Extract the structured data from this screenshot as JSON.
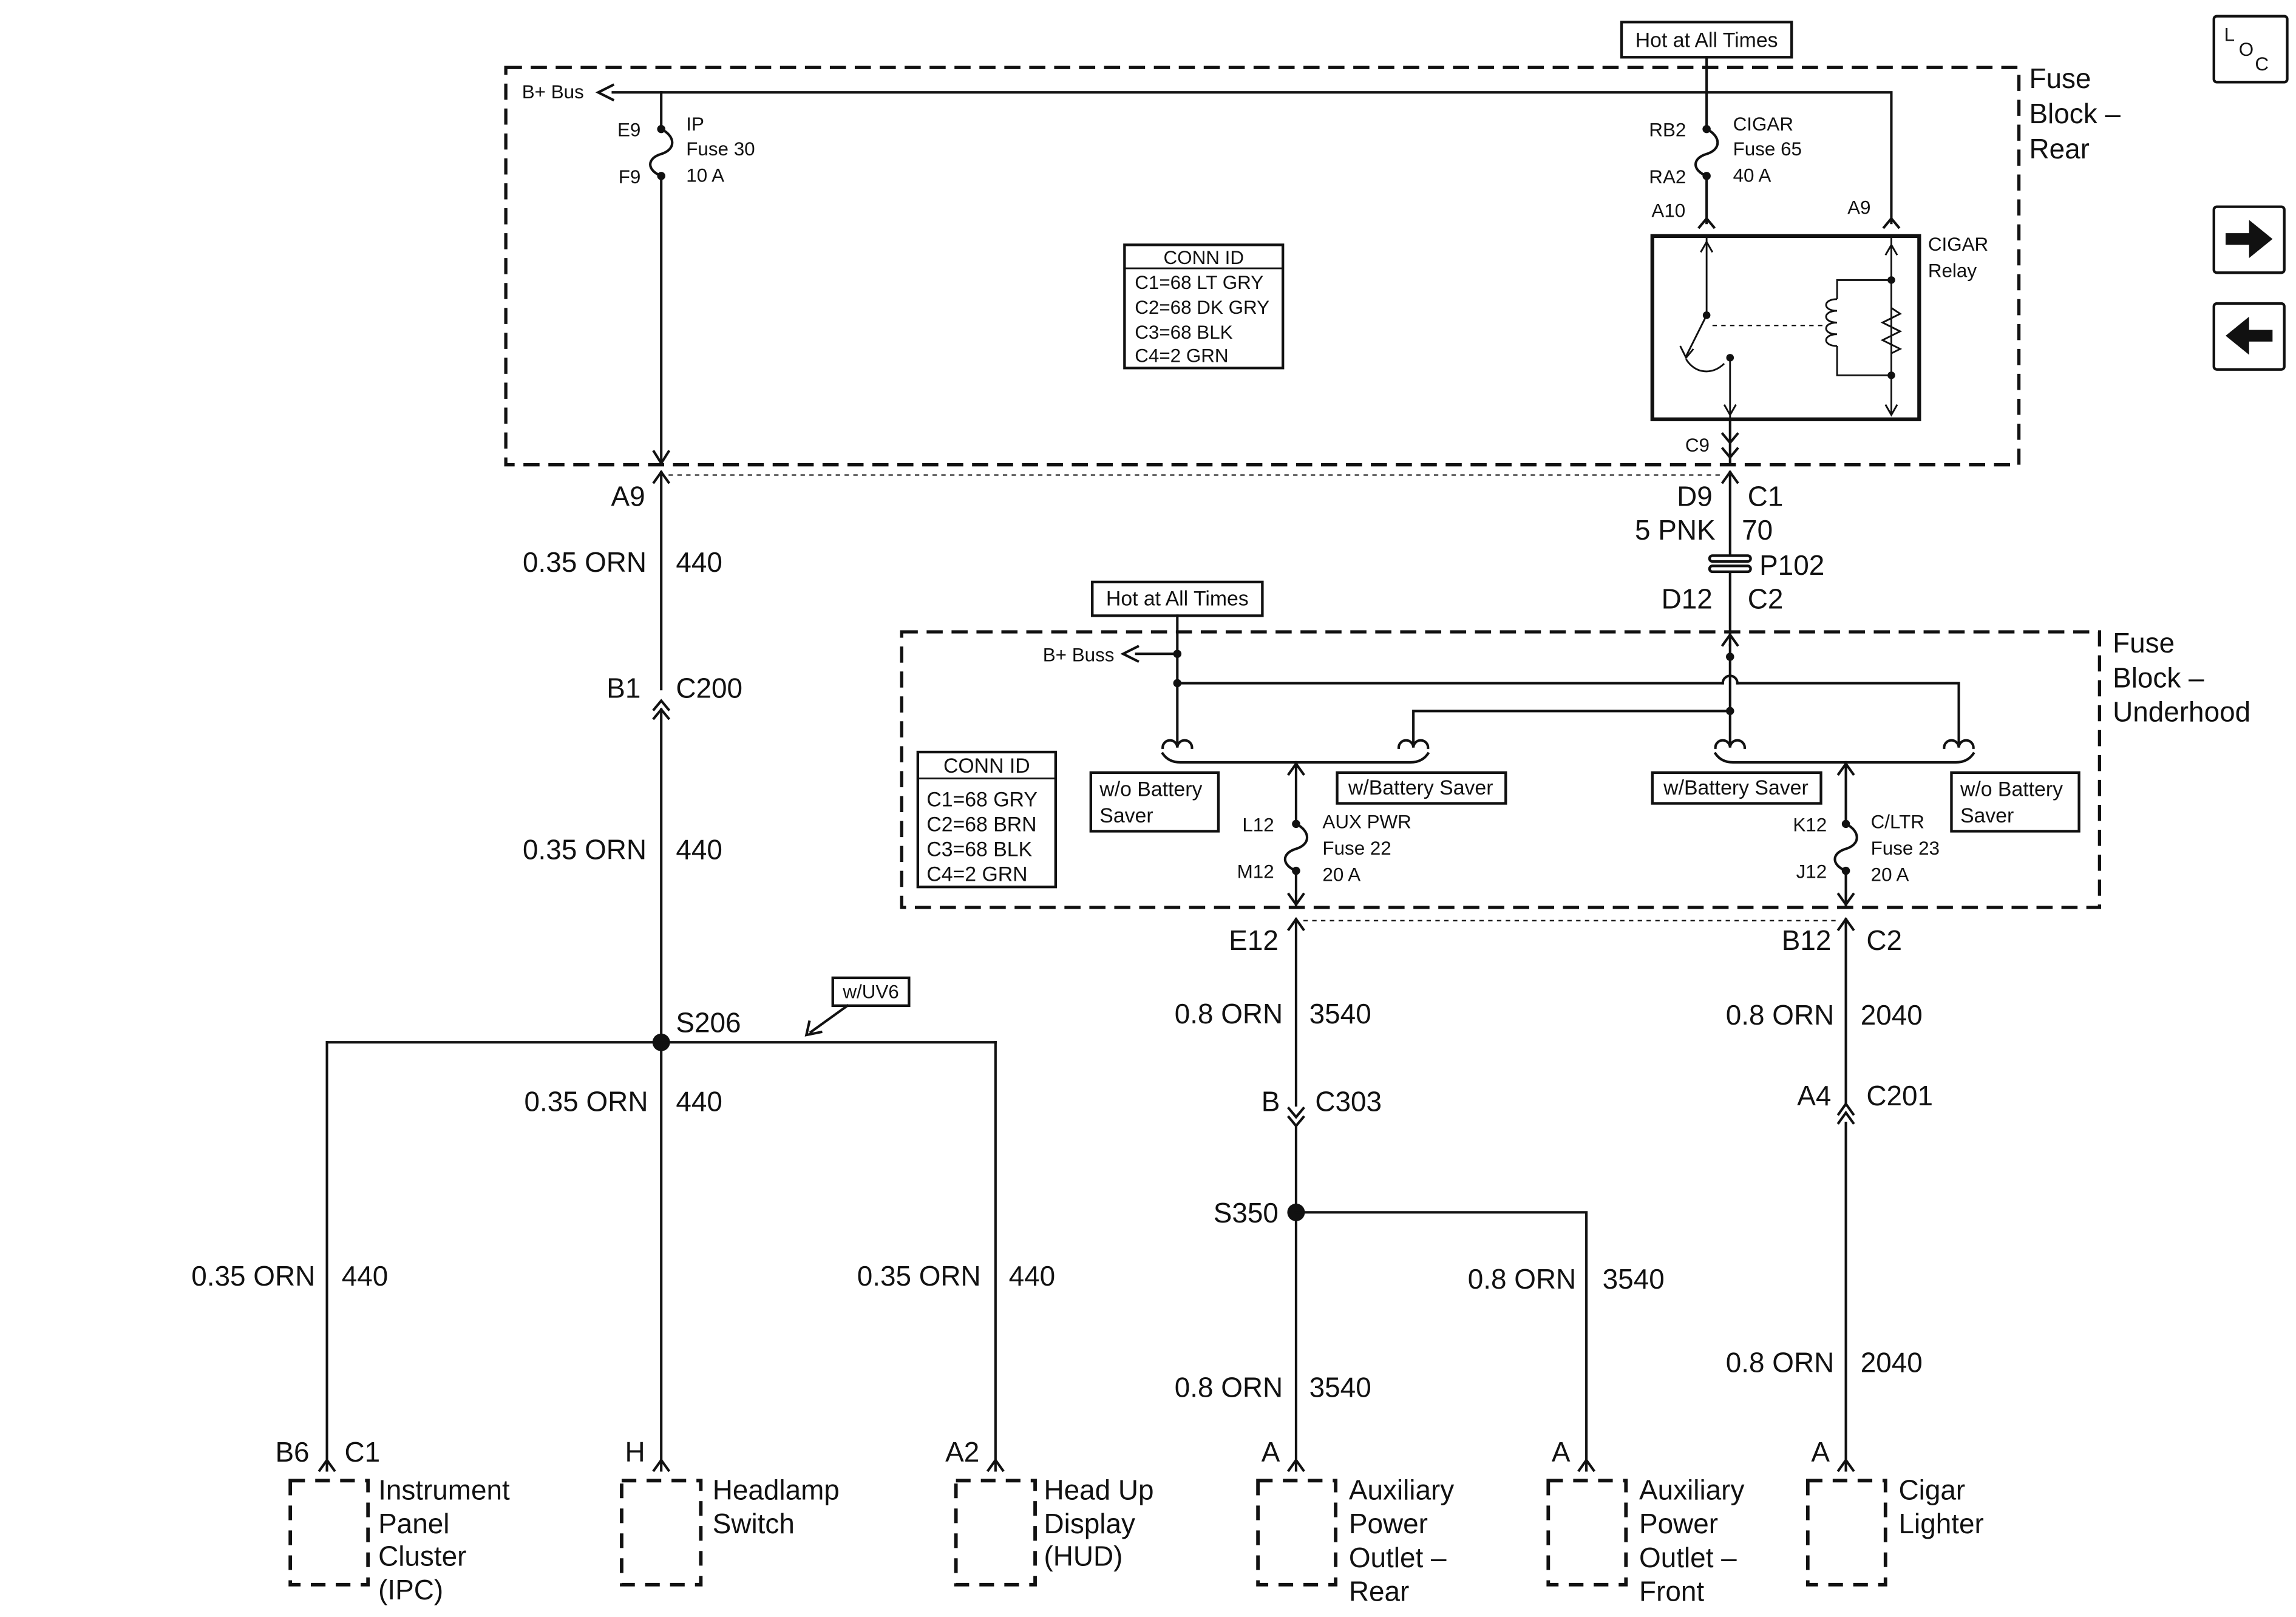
{
  "fuse_block_rear": {
    "title_lines": [
      "Fuse",
      "Block –",
      "Rear"
    ],
    "hot_label": "Hot at All Times",
    "bus_label": "B+ Bus",
    "ip_fuse": {
      "top_pin": "E9",
      "bottom_pin": "F9",
      "lines": [
        "IP",
        "Fuse 30",
        "10 A"
      ]
    },
    "cigar_fuse": {
      "top_pin": "RB2",
      "bottom_pin": "RA2",
      "lines": [
        "CIGAR",
        "Fuse 65",
        "40 A"
      ]
    },
    "relay": {
      "pin_a10": "A10",
      "pin_a9": "A9",
      "pin_c9": "C9",
      "lines": [
        "CIGAR",
        "Relay"
      ]
    },
    "conn_id": {
      "title": "CONN ID",
      "rows": [
        "C1=68 LT GRY",
        "C2=68 DK GRY",
        "C3=68 BLK",
        "C4=2 GRN"
      ]
    }
  },
  "left_harness": {
    "a9": "A9",
    "wire_upper": {
      "size_color": "0.35 ORN",
      "circuit": "440"
    },
    "b1": "B1",
    "c200": "C200",
    "wire_lower": {
      "size_color": "0.35 ORN",
      "circuit": "440"
    },
    "splice": "S206",
    "option_label": "w/UV6",
    "branch_center": {
      "size_color": "0.35 ORN",
      "circuit": "440"
    },
    "branch_left": {
      "size_color": "0.35 ORN",
      "circuit": "440"
    },
    "branch_right": {
      "size_color": "0.35 ORN",
      "circuit": "440"
    }
  },
  "center_harness": {
    "d9": "D9",
    "c1": "C1",
    "size_color": "5 PNK",
    "circuit": "70",
    "p102": "P102",
    "d12": "D12",
    "c2": "C2"
  },
  "fuse_block_underhood": {
    "title_lines": [
      "Fuse",
      "Block –",
      "Underhood"
    ],
    "hot_label": "Hot at All Times",
    "bus_label": "B+ Buss",
    "wo_saver_left": [
      "w/o Battery",
      "Saver"
    ],
    "w_saver_left": "w/Battery Saver",
    "w_saver_right": "w/Battery Saver",
    "wo_saver_right": [
      "w/o Battery",
      "Saver"
    ],
    "aux_fuse": {
      "top_pin": "L12",
      "bottom_pin": "M12",
      "lines": [
        "AUX PWR",
        "Fuse 22",
        "20 A"
      ]
    },
    "cltr_fuse": {
      "top_pin": "K12",
      "bottom_pin": "J12",
      "lines": [
        "C/LTR",
        "Fuse 23",
        "20 A"
      ]
    },
    "conn_id": {
      "title": "CONN ID",
      "rows": [
        "C1=68 GRY",
        "C2=68 BRN",
        "C3=68 BLK",
        "C4=2 GRN"
      ]
    }
  },
  "aux_harness": {
    "e12": "E12",
    "wire1": {
      "size_color": "0.8 ORN",
      "circuit": "3540"
    },
    "b_pin": "B",
    "c303": "C303",
    "splice": "S350",
    "wire_rear": {
      "size_color": "0.8 ORN",
      "circuit": "3540"
    },
    "wire_front": {
      "size_color": "0.8 ORN",
      "circuit": "3540"
    }
  },
  "cigar_harness": {
    "b12": "B12",
    "c2": "C2",
    "wire1": {
      "size_color": "0.8 ORN",
      "circuit": "2040"
    },
    "a4": "A4",
    "c201": "C201",
    "wire2": {
      "size_color": "0.8 ORN",
      "circuit": "2040"
    }
  },
  "components": {
    "ipc": {
      "pin": "B6",
      "conn": "C1",
      "lines": [
        "Instrument",
        "Panel",
        "Cluster",
        "(IPC)"
      ]
    },
    "headlamp": {
      "pin": "H",
      "lines": [
        "Headlamp",
        "Switch"
      ]
    },
    "hud": {
      "pin": "A2",
      "lines": [
        "Head Up",
        "Display",
        "(HUD)"
      ]
    },
    "aux_rear": {
      "pin": "A",
      "lines": [
        "Auxiliary",
        "Power",
        "Outlet –",
        "Rear"
      ]
    },
    "aux_front": {
      "pin": "A",
      "lines": [
        "Auxiliary",
        "Power",
        "Outlet –",
        "Front"
      ]
    },
    "cigar_lighter": {
      "pin": "A",
      "lines": [
        "Cigar",
        "Lighter"
      ]
    }
  },
  "navigation": {
    "loc_letters": [
      "L",
      "O",
      "C"
    ],
    "next_icon": "arrow-right-icon",
    "prev_icon": "arrow-left-icon"
  }
}
